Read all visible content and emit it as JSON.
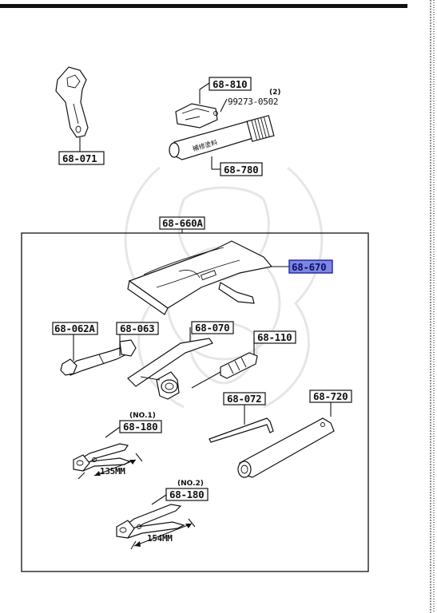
{
  "colors": {
    "ink": "#111111",
    "highlight_fill": "#7f86df",
    "highlight_border": "#1d24a0",
    "watermark": "#e6e6e6"
  },
  "page": {
    "right_border": "dashed-chain-edge"
  },
  "parts": {
    "p068071": "68-071",
    "p068810": "68-810",
    "p99273": "99273-0502",
    "p99273_qty": "(2)",
    "p068780": "68-780",
    "p068660a": "68-660A",
    "p068670": "68-670",
    "p068062a": "68-062A",
    "p068063": "68-063",
    "p068070": "68-070",
    "p068110": "68-110",
    "p068072": "68-072",
    "p068720": "68-720",
    "p068180_1": "68-180",
    "p068180_2": "68-180",
    "no1": "(NO.1)",
    "no2": "(NO.2)",
    "dim_135": "135MM",
    "dim_154": "154MM"
  },
  "tube_print": "補修塗料"
}
